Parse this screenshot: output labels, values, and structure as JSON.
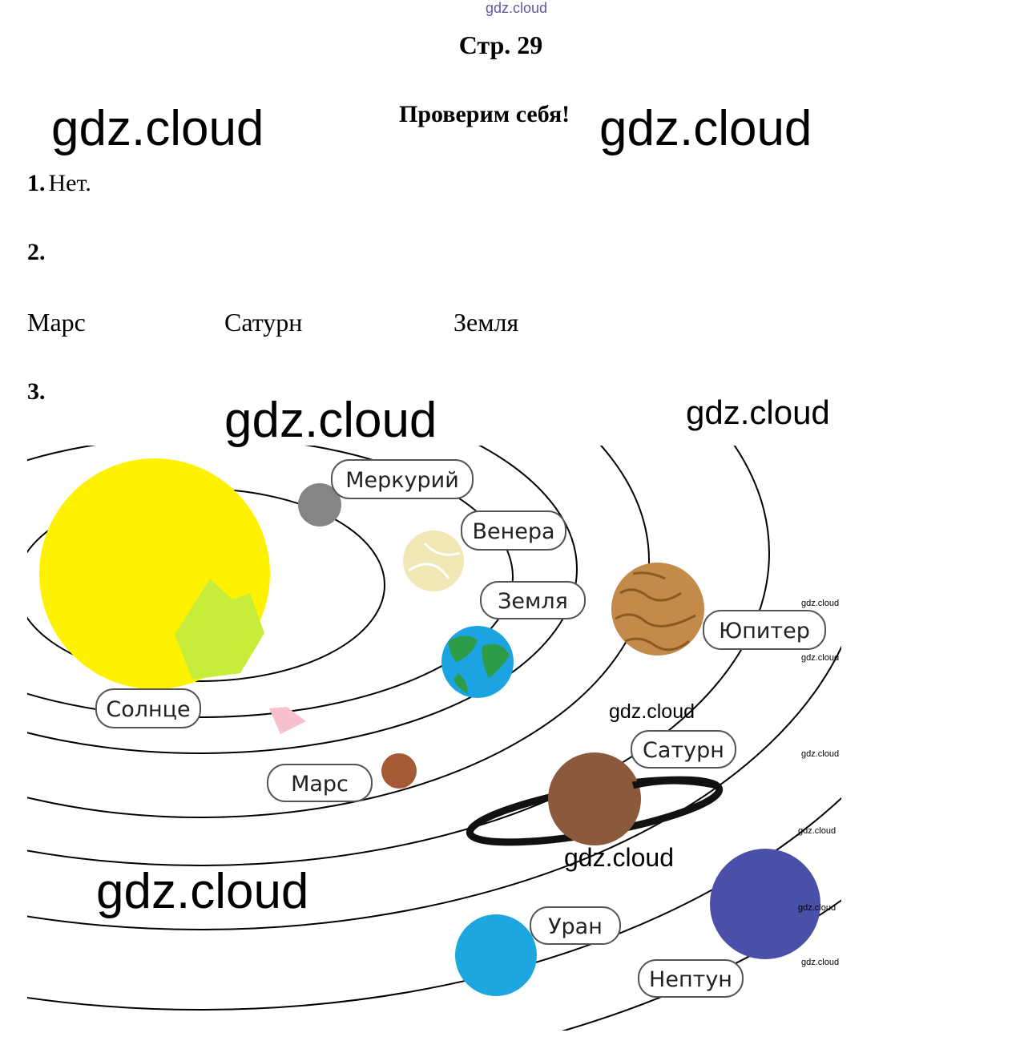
{
  "header": {
    "watermark_small": "gdz.cloud",
    "page_title": "Стр. 29",
    "subheading": "Проверим себя!"
  },
  "watermark": "gdz.cloud",
  "questions": [
    {
      "number": "1.",
      "answer": "Нет."
    },
    {
      "number": "2.",
      "answers": [
        "Марс",
        "Сатурн",
        "Земля"
      ]
    },
    {
      "number": "3."
    }
  ],
  "diagram": {
    "labels": {
      "sun": "Солнце",
      "mercury": "Меркурий",
      "venus": "Венера",
      "earth": "Земля",
      "mars": "Марс",
      "jupiter": "Юпитер",
      "saturn": "Сатурн",
      "uranus": "Уран",
      "neptune": "Нептун"
    },
    "colors": {
      "sun": "#fff200",
      "sun_patch": "#c8ec3a",
      "mercury": "#858585",
      "venus": "#efe8b5",
      "earth_ocean": "#1ca3e2",
      "earth_land": "#2e9c46",
      "mars": "#a45b35",
      "jupiter": "#c48a4a",
      "saturn": "#8b5a3c",
      "uranus": "#1da7df",
      "neptune": "#4a50a8"
    }
  }
}
